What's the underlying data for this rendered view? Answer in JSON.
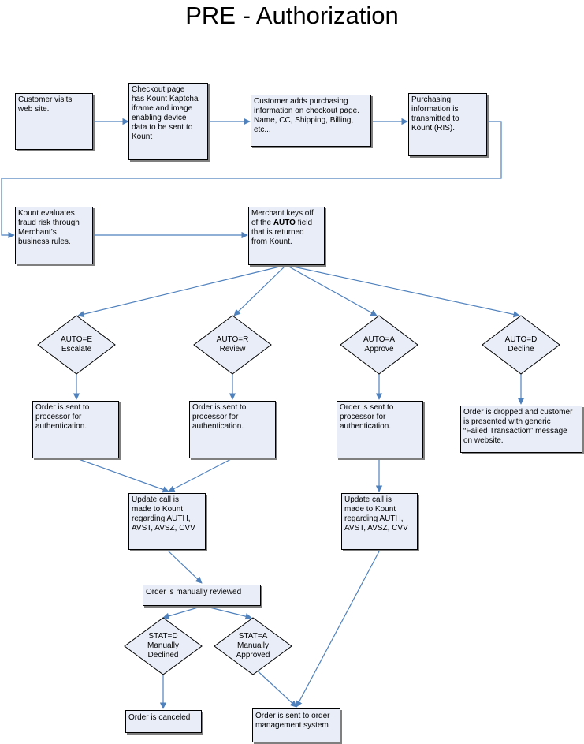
{
  "title": "PRE - Authorization",
  "colors": {
    "box_fill": "#e8edf7",
    "connector": "#4f81bd",
    "border": "#000000"
  },
  "boxes": {
    "customer_visits": "Customer visits\nweb site.",
    "checkout_page": "Checkout page\nhas Kount Kaptcha\niframe and image\nenabling device\ndata to be sent to\nKount",
    "customer_adds": "Customer adds purchasing\ninformation on checkout page.\nName, CC, Shipping, Billing,\netc...",
    "purchasing_info": "Purchasing\ninformation is\ntransmitted to\nKount (RIS).",
    "kount_evaluates": "Kount evaluates\nfraud risk through\nMerchant’s\nbusiness rules.",
    "merchant_keys_pre": "Merchant keys off\nof the ",
    "merchant_keys_bold": "AUTO",
    "merchant_keys_post": " field\nthat is returned\nfrom Kount.",
    "order_sent_e": "Order is sent to\nprocessor for\nauthentication.",
    "order_sent_r": "Order is sent to\nprocessor for\nauthentication.",
    "order_sent_a": "Order is sent to\nprocessor for\nauthentication.",
    "order_dropped": "Order is dropped and customer\nis presented with generic\n“Failed Transaction” message\non website.",
    "update_call_left": "Update call is\nmade to Kount\nregarding AUTH,\nAVST, AVSZ, CVV",
    "update_call_right": "Update call is\nmade to Kount\nregarding AUTH,\nAVST, AVSZ, CVV",
    "manually_reviewed": "Order is manually reviewed",
    "order_canceled": "Order is canceled",
    "order_management": "Order is sent to order\nmanagement system"
  },
  "decisions": {
    "escalate": "AUTO=E\nEscalate",
    "review": "AUTO=R\nReview",
    "approve": "AUTO=A\nApprove",
    "decline": "AUTO=D\nDecline",
    "stat_d": "STAT=D\nManually\nDeclined",
    "stat_a": "STAT=A\nManually\nApproved"
  }
}
